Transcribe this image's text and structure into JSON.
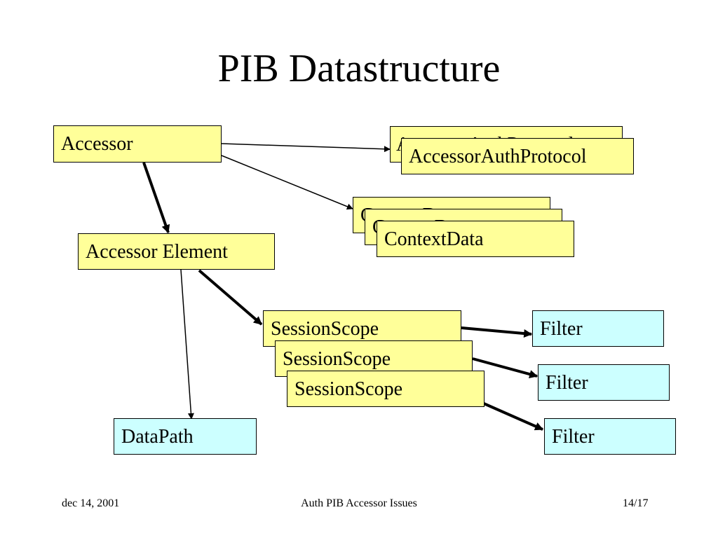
{
  "slide": {
    "title": "PIB Datastructure"
  },
  "boxes": {
    "accessor": "Accessor",
    "accessor_auth_protocol": [
      "AccessorAuthProtocol",
      "AccessorAuthProtocol"
    ],
    "context_data": [
      "ContextData",
      "ContextData",
      "ContextData"
    ],
    "accessor_element": "Accessor Element",
    "session_scope": [
      "SessionScope",
      "SessionScope",
      "SessionScope"
    ],
    "filter": [
      "Filter",
      "Filter",
      "Filter"
    ],
    "data_path": "DataPath"
  },
  "footer": {
    "date": "dec 14, 2001",
    "center": "Auth PIB Accessor Issues",
    "page": "14/17"
  },
  "colors": {
    "class_box_fill": "#ffff99",
    "leaf_box_fill": "#ccffff",
    "outline": "#000000"
  }
}
